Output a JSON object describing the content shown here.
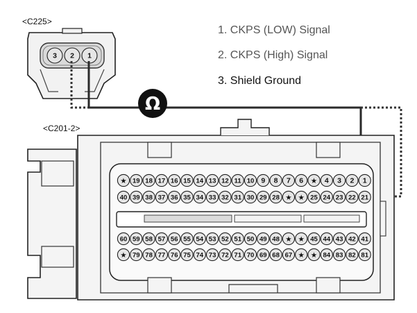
{
  "connector_top": {
    "label": "<C225>",
    "pins": [
      "3",
      "2",
      "1"
    ]
  },
  "connector_main": {
    "label": "<C201-2>",
    "rows": [
      [
        "★",
        "19",
        "18",
        "17",
        "16",
        "15",
        "14",
        "13",
        "12",
        "11",
        "10",
        "9",
        "8",
        "7",
        "6",
        "★",
        "4",
        "3",
        "2",
        "1"
      ],
      [
        "40",
        "39",
        "38",
        "37",
        "36",
        "35",
        "34",
        "33",
        "32",
        "31",
        "30",
        "29",
        "28",
        "★",
        "★",
        "25",
        "24",
        "23",
        "22",
        "21"
      ],
      [
        "60",
        "59",
        "58",
        "57",
        "56",
        "55",
        "54",
        "53",
        "52",
        "51",
        "50",
        "49",
        "48",
        "★",
        "★",
        "45",
        "44",
        "43",
        "42",
        "41"
      ],
      [
        "★",
        "79",
        "78",
        "77",
        "76",
        "75",
        "74",
        "73",
        "72",
        "71",
        "70",
        "69",
        "68",
        "67",
        "★",
        "★",
        "84",
        "83",
        "82",
        "81"
      ]
    ]
  },
  "legend": {
    "item1": "1. CKPS (LOW) Signal",
    "item2": "2. CKPS (High) Signal",
    "item3": "3. Shield Ground"
  },
  "meter_symbol": "Ω",
  "colors": {
    "wire": "#2a2a2a",
    "pin_fill": "#e6e6e6",
    "housing": "#f2f2f2",
    "meter": "#111111"
  },
  "icons": [
    "ohmmeter-icon",
    "star-pin-icon"
  ]
}
